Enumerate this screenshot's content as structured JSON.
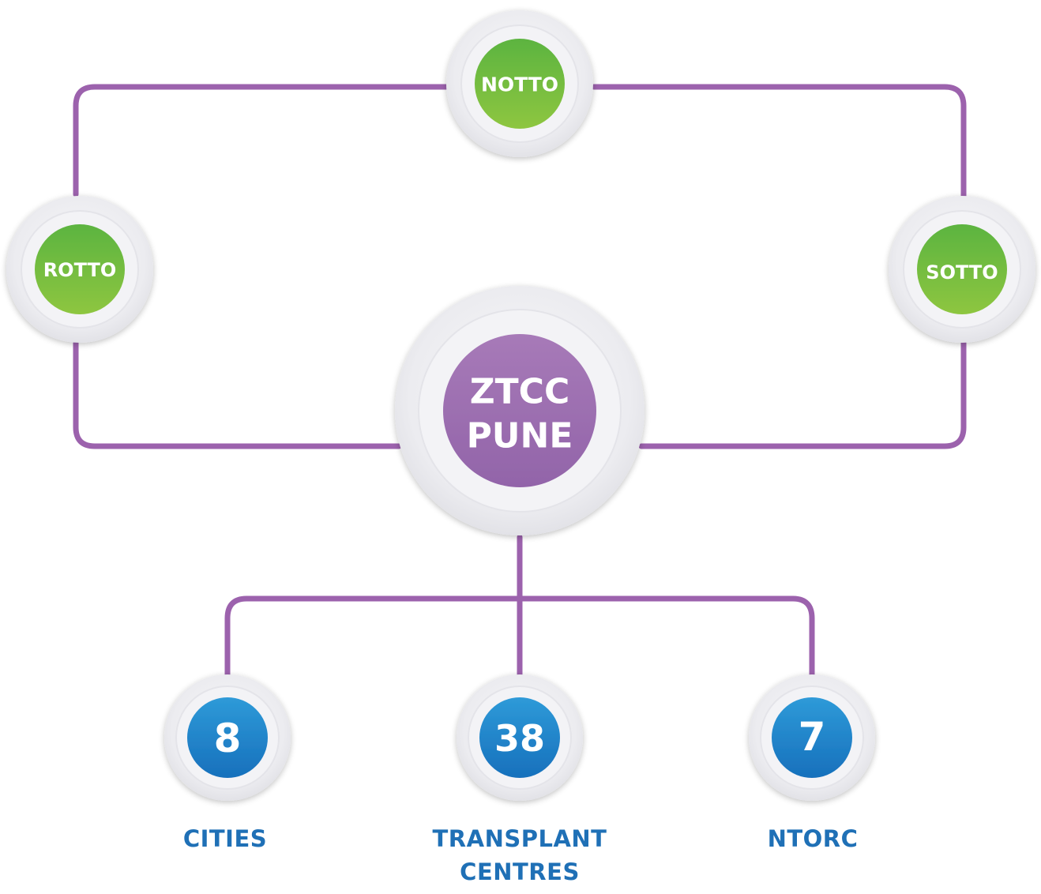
{
  "colors": {
    "connector": "#9c62ad",
    "green_top": "#5cb43f",
    "green_bottom": "#8ec63f",
    "purple_top": "#a77ab8",
    "purple_bottom": "#9264a9",
    "blue_top": "#2e9ad8",
    "blue_bottom": "#1770bc",
    "ring_outer": "#e8e8ec",
    "ring_inner": "#f6f6f8",
    "caption": "#1f70b6"
  },
  "hub": {
    "line1": "ZTCC",
    "line2": "PUNE"
  },
  "nodes": {
    "top": "NOTTO",
    "left": "ROTTO",
    "right": "SOTTO"
  },
  "stats": [
    {
      "value": "8",
      "label_line1": "CITIES",
      "label_line2": ""
    },
    {
      "value": "38",
      "label_line1": "TRANSPLANT",
      "label_line2": "CENTRES"
    },
    {
      "value": "7",
      "label_line1": "NTORC",
      "label_line2": ""
    }
  ]
}
